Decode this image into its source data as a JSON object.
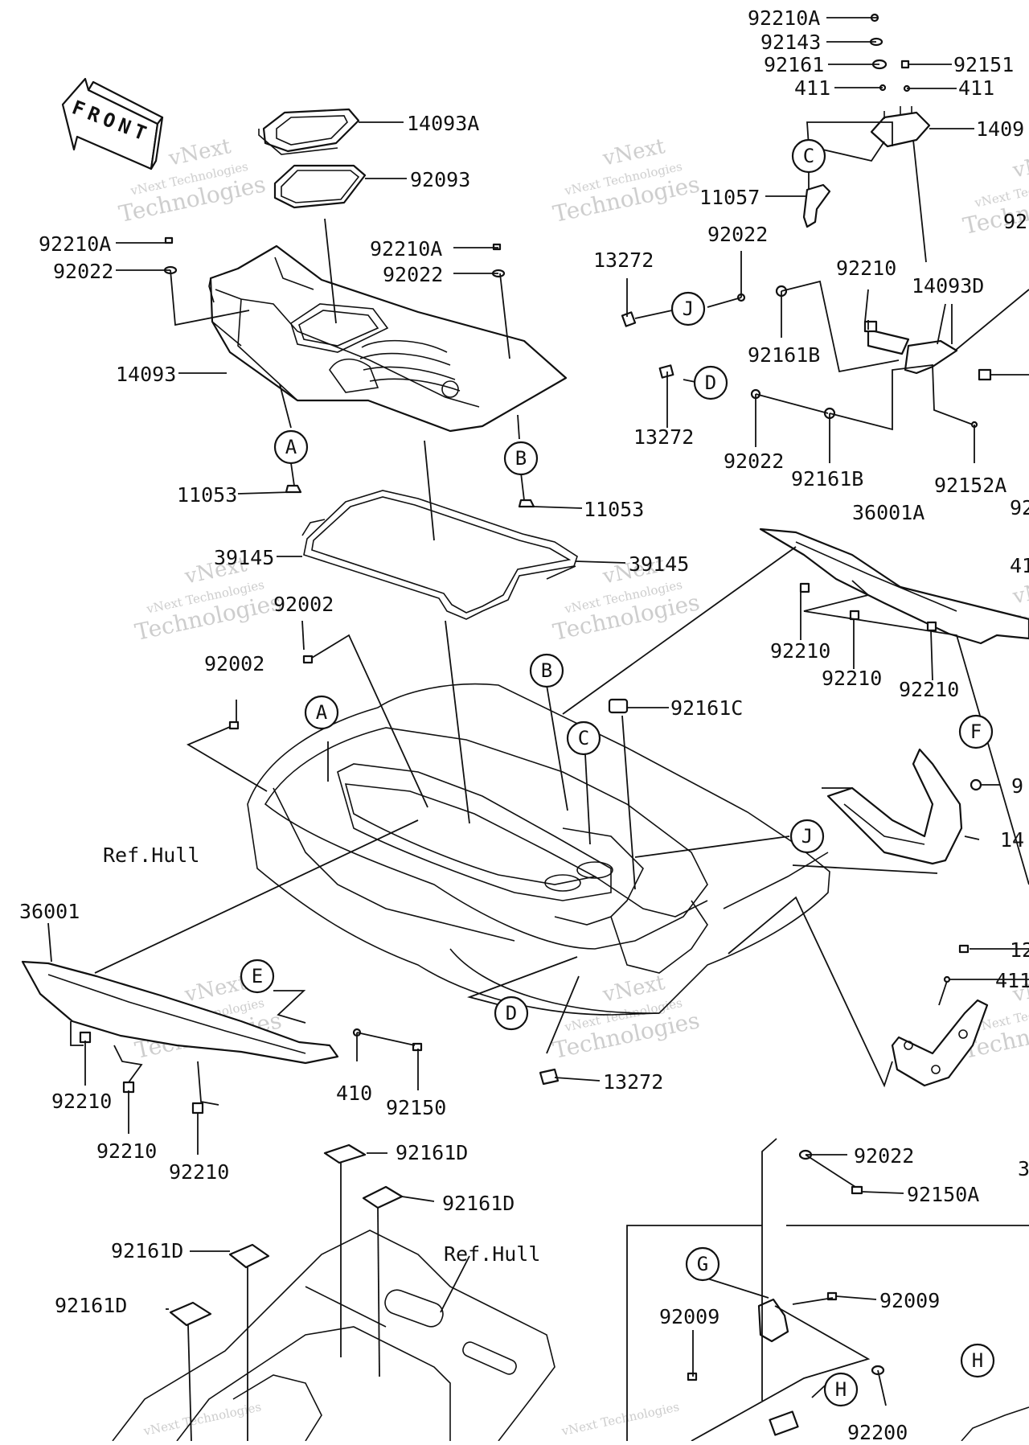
{
  "colors": {
    "ink": "#111111",
    "paper": "#ffffff",
    "watermark": "#c4c4c4"
  },
  "watermark": {
    "line1": "vNext",
    "line2": "vNext Technologies",
    "line3": "Technologies"
  },
  "front_label": "FRONT",
  "labels": {
    "l92210A_t": "92210A",
    "l92143": "92143",
    "l92161_t": "92161",
    "l92151": "92151",
    "l411_a": "411",
    "l411_b": "411",
    "l1409_t": "1409",
    "l11057": "11057",
    "l92022_t": "92022",
    "l13272_t": "13272",
    "l92210_t": "92210",
    "l14093D": "14093D",
    "l92161B_a": "92161B",
    "l13272_m": "13272",
    "l92022_m": "92022",
    "l92161B_b": "92161B",
    "l92152A": "92152A",
    "l36001A": "36001A",
    "l92210_r1": "92210",
    "l92210_r2": "92210",
    "l92210_r3": "92210",
    "l92161C": "92161C",
    "l14093A": "14093A",
    "l92093": "92093",
    "l92210A_l": "92210A",
    "l92022_l": "92022",
    "l92210A_c": "92210A",
    "l92022_c": "92022",
    "l14093": "14093",
    "l11053_l": "11053",
    "l11053_r": "11053",
    "l39145_l": "39145",
    "l39145_r": "39145",
    "l92002_a": "92002",
    "l92002_b": "92002",
    "lRefHull_a": "Ref.Hull",
    "l36001": "36001",
    "l410": "410",
    "l92150": "92150",
    "l92210_b1": "92210",
    "l92210_b2": "92210",
    "l92210_b3": "92210",
    "l13272_b": "13272",
    "l92161D_1": "92161D",
    "l92161D_2": "92161D",
    "l92161D_3": "92161D",
    "l92161D_4": "92161D",
    "lRefHull_b": "Ref.Hull",
    "l92022_b": "92022",
    "l92150A": "92150A",
    "l92009_a": "92009",
    "l92009_b": "92009",
    "l92200": "92200",
    "l14_cut": "14",
    "l12_cut": "12",
    "l411_cut": "411",
    "l3_cut": "3",
    "l92_cut1": "92",
    "l92_cut2": "92",
    "l41_cut": "41",
    "l9_cut": "9"
  },
  "callouts": {
    "cA1": "A",
    "cB1": "B",
    "cA2": "A",
    "cB2": "B",
    "cC1": "C",
    "cC2": "C",
    "cJ1": "J",
    "cJ2": "J",
    "cD1": "D",
    "cD2": "D",
    "cE": "E",
    "cF": "F",
    "cG": "G",
    "cH1": "H",
    "cH2": "H"
  }
}
